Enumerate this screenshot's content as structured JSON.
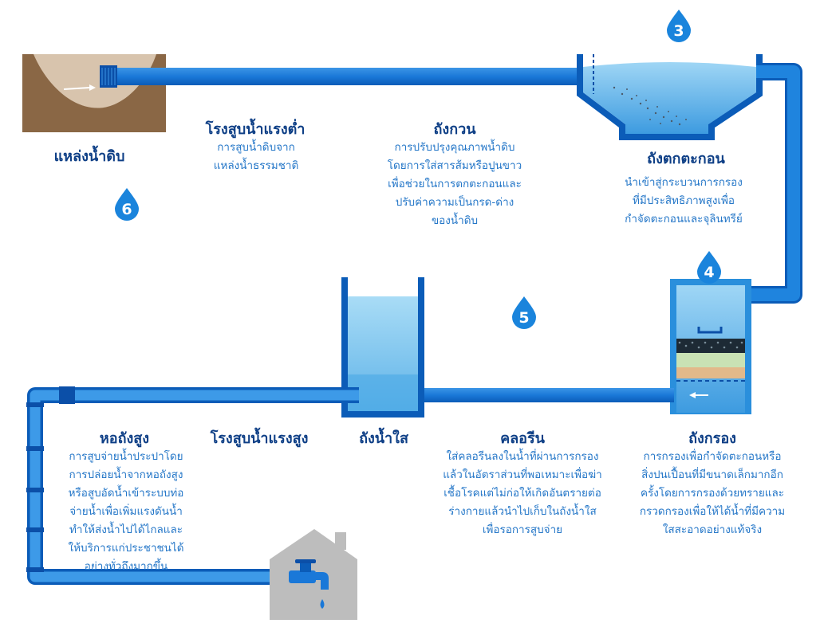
{
  "step_numbers": {
    "n3": "3",
    "n4": "4",
    "n5": "5",
    "n6": "6"
  },
  "stages": {
    "raw_source": {
      "title": "แหล่งน้ำดิบ"
    },
    "low_lift_pump": {
      "title": "โรงสูบน้ำแรงต่ำ",
      "lines": [
        "การสูบน้ำดิบจาก",
        "แหล่งน้ำธรรมชาติ"
      ]
    },
    "mixing_tank": {
      "title": "ถังกวน",
      "lines": [
        "การปรับปรุงคุณภาพน้ำดิบ",
        "โดยการใส่สารส้มหรือปูนขาว",
        "เพื่อช่วยในการตกตะกอนและ",
        "ปรับค่าความเป็นกรด-ด่าง",
        "ของน้ำดิบ"
      ]
    },
    "sedimentation_tank": {
      "title": "ถังตกตะกอน",
      "lines": [
        "นำเข้าสู่กระบวนการกรอง",
        "ที่มีประสิทธิภาพสูงเพื่อ",
        "กำจัดตะกอนและจุลินทรีย์"
      ]
    },
    "water_tower": {
      "title": "หอถังสูง",
      "lines": [
        "การสูบจ่ายน้ำประปาโดย",
        "การปล่อยน้ำจากหอถังสูง",
        "หรือสูบอัดน้ำเข้าระบบท่อ",
        "จ่ายน้ำเพื่อเพิ่มแรงดันน้ำ",
        "ทำให้ส่งน้ำไปได้ไกลและ",
        "ให้บริการแก่ประชาชนได้",
        "อย่างทั่วถึงมากขึ้น"
      ]
    },
    "high_lift_pump": {
      "title": "โรงสูบน้ำแรงสูง"
    },
    "clear_water_tank": {
      "title": "ถังน้ำใส"
    },
    "chlorine": {
      "title": "คลอรีน",
      "lines": [
        "ใส่คลอรีนลงในน้ำที่ผ่านการกรอง",
        "แล้วในอัตราส่วนที่พอเหมาะเพื่อฆ่า",
        "เชื้อโรคแต่ไม่ก่อให้เกิดอันตรายต่อ",
        "ร่างกายแล้วนำไปเก็บในถังน้ำใส",
        "เพื่อรอการสูบจ่าย"
      ]
    },
    "filter_tank": {
      "title": "ถังกรอง",
      "lines": [
        "การกรองเพื่อกำจัดตะกอนหรือ",
        "สิ่งปนเปื้อนที่มีขนาดเล็กมากอีก",
        "ครั้งโดยการกรองด้วยทรายและ",
        "กรวดกรองเพื่อให้ได้น้ำที่มีความ",
        "ใสสะอาดอย่างแท้จริง"
      ]
    }
  },
  "colors": {
    "pipe": "#1a78d8",
    "pipe_dark": "#0b4fa8",
    "water": "#7ec7ef",
    "water_deep": "#2a8fdc",
    "soil": "#8b6a4a",
    "house": "#bdbdbd",
    "title": "#0e3f86",
    "text": "#2577c8"
  }
}
